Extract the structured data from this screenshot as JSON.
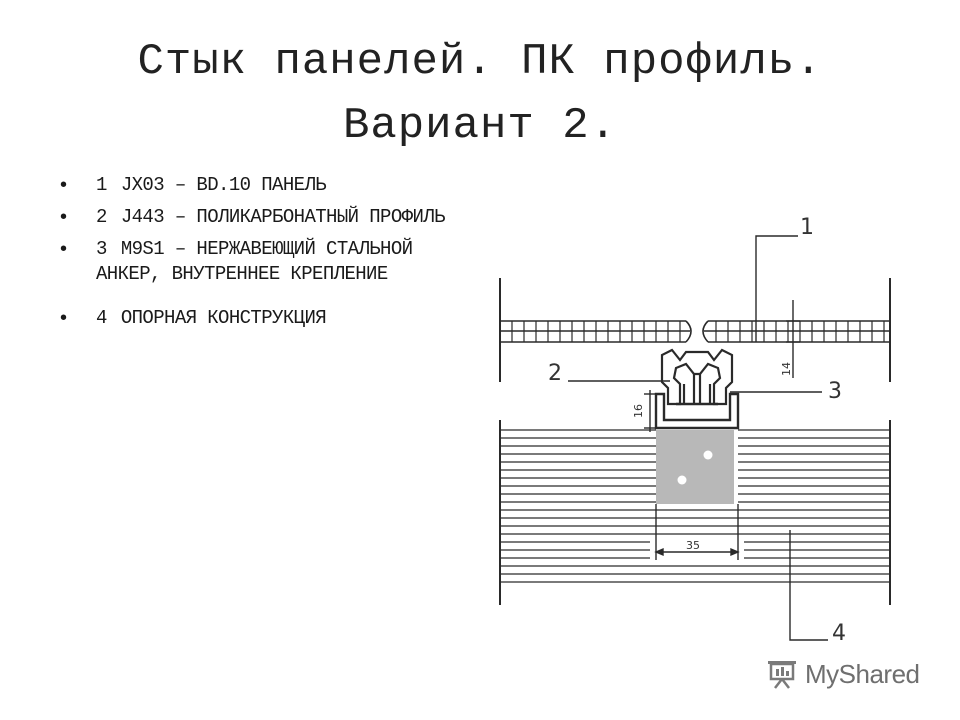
{
  "title": {
    "line1": "Стык панелей. ПК профиль.",
    "line2": "Вариант 2."
  },
  "items": [
    {
      "num": "1",
      "text": "JX03 – BD.10 ПАНЕЛЬ"
    },
    {
      "num": "2",
      "text": "J443 – ПОЛИКАРБОНАТНЫЙ ПРОФИЛЬ"
    },
    {
      "num": "3",
      "text": "M9S1 – НЕРЖАВЕЮЩИЙ СТАЛЬНОЙ АНКЕР, ВНУТРЕННЕЕ КРЕПЛЕНИЕ"
    },
    {
      "num": "4",
      "text": "ОПОРНАЯ КОНСТРУКЦИЯ"
    }
  ],
  "drawing": {
    "callouts": {
      "c1": "1",
      "c2": "2",
      "c3": "3",
      "c4": "4"
    },
    "dimensions": {
      "panel_thickness": "14",
      "profile_height": "16",
      "anchor_width": "35"
    }
  },
  "watermark": {
    "text": "MyShared",
    "icon": "presentation-board-icon"
  }
}
